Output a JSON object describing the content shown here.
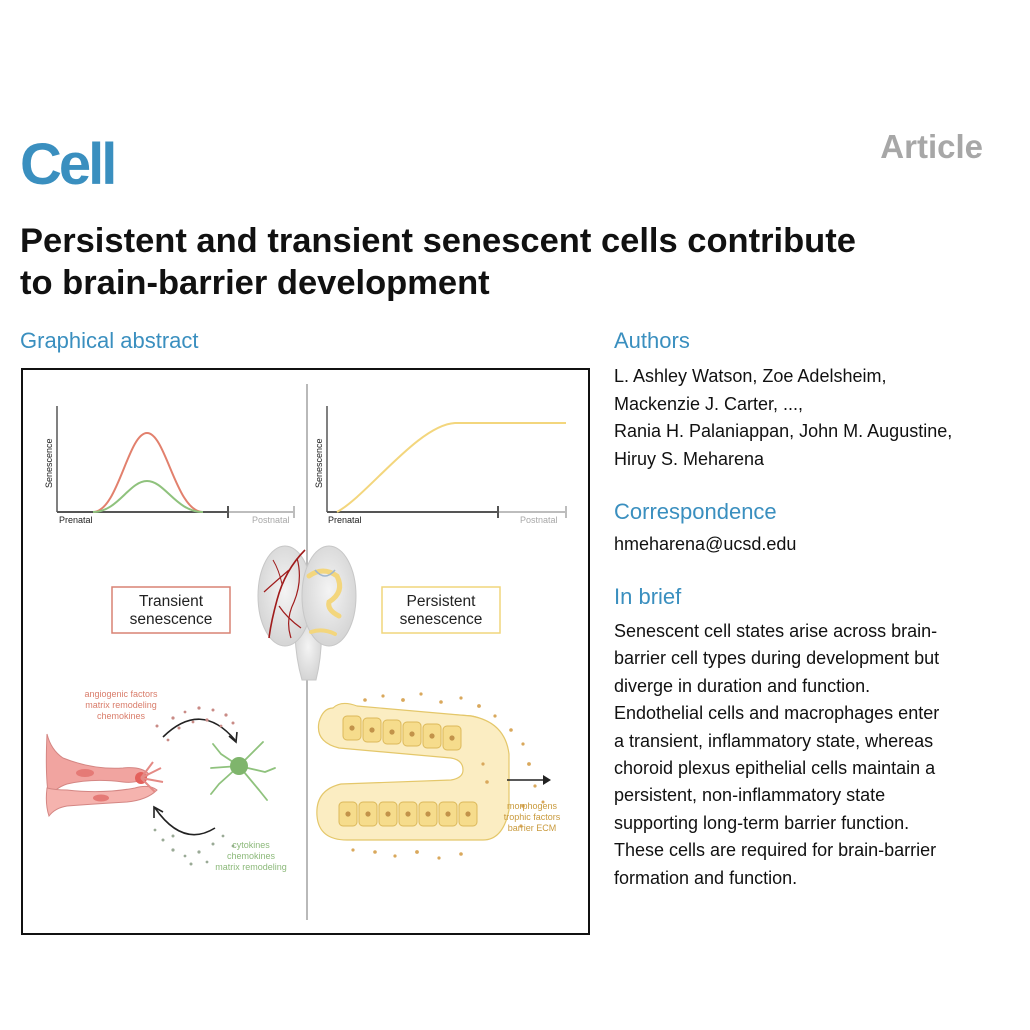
{
  "journal": "Cell",
  "article_type": "Article",
  "title_lines": [
    "Persistent and transient senescent cells contribute",
    "to brain-barrier development"
  ],
  "graphical_abstract": {
    "heading": "Graphical abstract",
    "left_plot": {
      "ylabel": "Senescence",
      "x_start": "Prenatal",
      "x_end": "Postnatal"
    },
    "right_plot": {
      "ylabel": "Senescence",
      "x_start": "Prenatal",
      "x_end": "Postnatal"
    },
    "transient_box": [
      "Transient",
      "senescence"
    ],
    "persistent_box": [
      "Persistent",
      "senescence"
    ],
    "top_factors": [
      "angiogenic factors",
      "matrix remodeling",
      "chemokines"
    ],
    "bottom_factors": [
      "cytokines",
      "chemokines",
      "matrix remodeling"
    ],
    "right_factors": [
      "morphogens",
      "trophic factors",
      "barrier ECM"
    ],
    "colors": {
      "transient": "#e2806d",
      "transient_inner": "#8fc27d",
      "persistent": "#f3d67d",
      "axis": "#555555",
      "divider": "#b9b9b9"
    }
  },
  "authors": {
    "heading": "Authors",
    "lines": [
      "L. Ashley Watson, Zoe Adelsheim,",
      "Mackenzie J. Carter, ...,",
      "Rania H. Palaniappan, John M. Augustine,",
      "Hiruy S. Meharena"
    ]
  },
  "correspondence": {
    "heading": "Correspondence",
    "email": "hmeharena@ucsd.edu"
  },
  "in_brief": {
    "heading": "In brief",
    "lines": [
      "Senescent cell states arise across brain-",
      "barrier cell types during development but",
      "diverge in duration and function.",
      "Endothelial cells and macrophages enter",
      "a transient, inflammatory state, whereas",
      "choroid plexus epithelial cells maintain a",
      "persistent, non-inflammatory state",
      "supporting long-term barrier function.",
      "These cells are required for brain-barrier",
      "formation and function."
    ]
  }
}
